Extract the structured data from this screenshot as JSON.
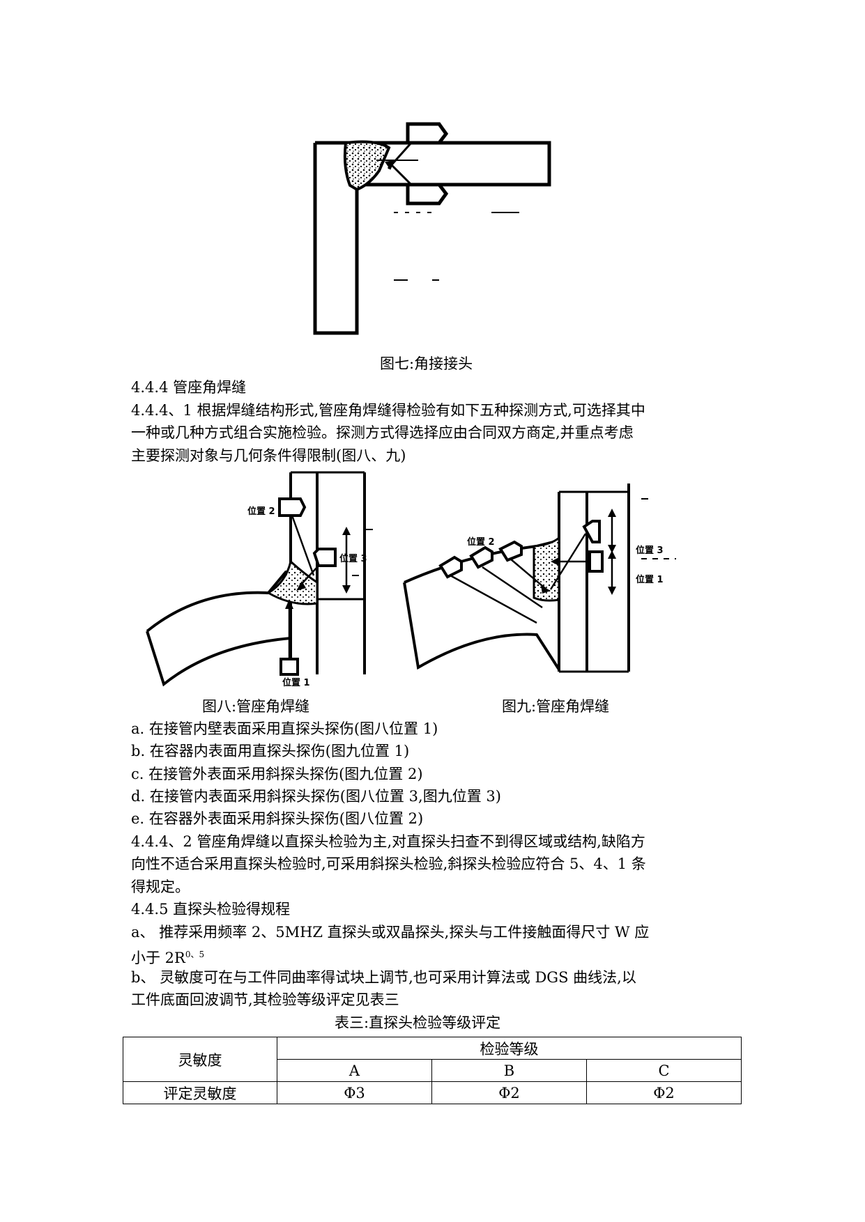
{
  "figure7": {
    "caption": "图七:角接接头"
  },
  "figure8": {
    "caption": "图八:管座角焊缝",
    "labels": {
      "pos1": "位置 1",
      "pos2": "位置 2",
      "pos3": "位置 3"
    }
  },
  "figure9": {
    "caption": "图九:管座角焊缝",
    "labels": {
      "pos1": "位置 1",
      "pos2": "位置 2",
      "pos3": "位置 3"
    }
  },
  "body": {
    "sec_444": "4.4.4  管座角焊缝",
    "p4441_l1": "4.4.4、1  根据焊缝结构形式,管座角焊缝得检验有如下五种探测方式,可选择其中",
    "p4441_l2": "一种或几种方式组合实施检验。探测方式得选择应由合同双方商定,并重点考虑",
    "p4441_l3": "主要探测对象与几何条件得限制(图八、九)",
    "items": [
      "a.  在接管内壁表面采用直探头探伤(图八位置 1)",
      "b.  在容器内表面用直探头探伤(图九位置 1)",
      "c.  在接管外表面采用斜探头探伤(图九位置 2)",
      "d.  在接管内表面采用斜探头探伤(图八位置 3,图九位置 3)",
      "e.  在容器外表面采用斜探头探伤(图八位置 2)"
    ],
    "p4442_l1": "4.4.4、2  管座角焊缝以直探头检验为主,对直探头扫查不到得区域或结构,缺陷方",
    "p4442_l2": "向性不适合采用直探头检验时,可采用斜探头检验,斜探头检验应符合 5、4、1 条",
    "p4442_l3": "得规定。",
    "sec_445": "4.4.5  直探头检验得规程",
    "pa_l1": "a、  推荐采用频率 2、5MHZ 直探头或双晶探头,探头与工件接触面得尺寸 W 应",
    "pa_l2": "小于 2R",
    "pa_l2_sup": "0、5",
    "pb_l1": "b、  灵敏度可在与工件同曲率得试块上调节,也可采用计算法或 DGS 曲线法,以",
    "pb_l2": "工件底面回波调节,其检验等级评定见表三"
  },
  "table3": {
    "caption": "表三:直探头检验等级评定",
    "col_header": "灵敏度",
    "group_header": "检验等级",
    "grades": [
      "A",
      "B",
      "C"
    ],
    "row_label": "评定灵敏度",
    "values": [
      "Φ3",
      "Φ2",
      "Φ2"
    ]
  }
}
